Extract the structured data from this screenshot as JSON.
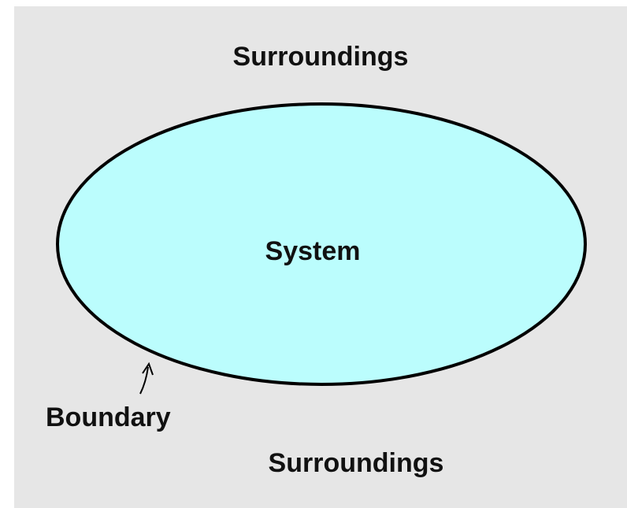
{
  "diagram": {
    "labels": {
      "surroundings_top": "Surroundings",
      "system": "System",
      "boundary": "Boundary",
      "surroundings_bottom": "Surroundings"
    },
    "colors": {
      "background": "#e6e6e6",
      "system_fill": "#bbfdfd",
      "outline": "#000000",
      "text": "#111111"
    }
  }
}
